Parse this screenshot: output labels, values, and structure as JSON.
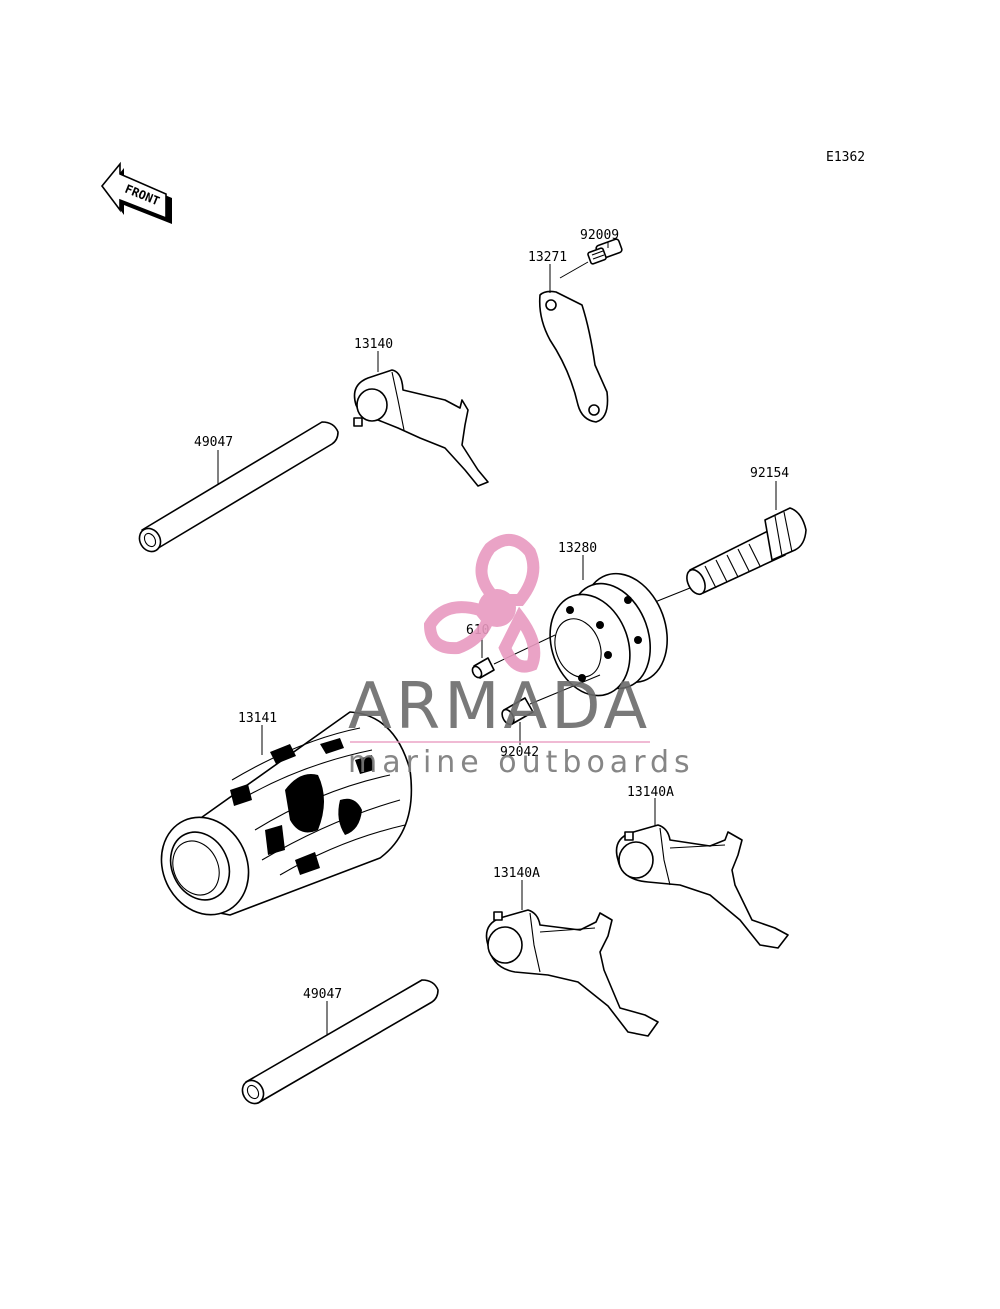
{
  "diagram": {
    "code": "E1362",
    "front_label": "FRONT",
    "parts": [
      {
        "id": "p-92009",
        "number": "92009"
      },
      {
        "id": "p-13271",
        "number": "13271"
      },
      {
        "id": "p-13140",
        "number": "13140"
      },
      {
        "id": "p-49047-top",
        "number": "49047"
      },
      {
        "id": "p-92154",
        "number": "92154"
      },
      {
        "id": "p-13280",
        "number": "13280"
      },
      {
        "id": "p-610",
        "number": "610"
      },
      {
        "id": "p-92042",
        "number": "92042"
      },
      {
        "id": "p-13141",
        "number": "13141"
      },
      {
        "id": "p-13140A-right",
        "number": "13140A"
      },
      {
        "id": "p-13140A-left",
        "number": "13140A"
      },
      {
        "id": "p-49047-bottom",
        "number": "49047"
      }
    ]
  },
  "watermark": {
    "brand": "ARMADA",
    "tagline": "marine outboards",
    "colors": {
      "logo": "#e89ac0",
      "text": "#6b6b6b"
    }
  }
}
